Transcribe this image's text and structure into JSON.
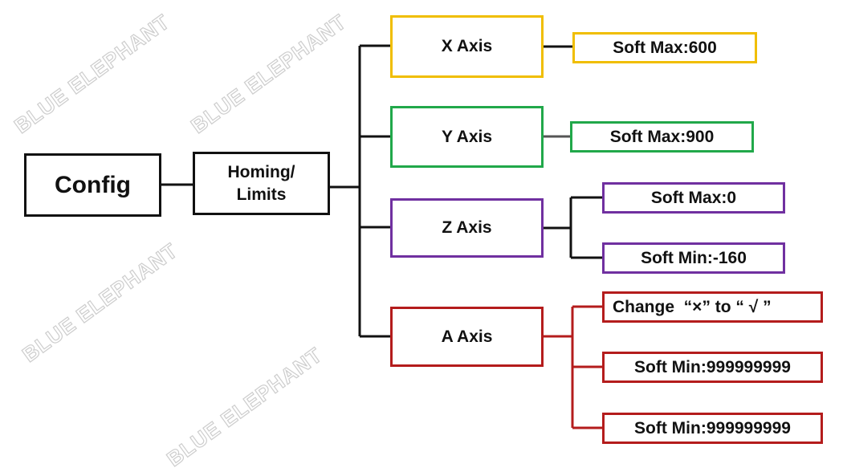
{
  "watermark": "BLUE ELEPHANT",
  "colors": {
    "x": "#f0be00",
    "y": "#21a84a",
    "z": "#7030a0",
    "a": "#b41c1c",
    "neutral": "#111111"
  },
  "root": {
    "label": "Config"
  },
  "homing": {
    "label_line1": "Homing/",
    "label_line2": "Limits"
  },
  "axes": {
    "x": {
      "label": "X Axis",
      "children": [
        "Soft Max:600"
      ]
    },
    "y": {
      "label": "Y Axis",
      "children": [
        "Soft Max:900"
      ]
    },
    "z": {
      "label": "Z Axis",
      "children": [
        "Soft Max:0",
        "Soft Min:-160"
      ]
    },
    "a": {
      "label": "A Axis",
      "children": [
        "Change  “×” to “ √ ”",
        "Soft Min:999999999",
        "Soft Min:999999999"
      ]
    }
  }
}
